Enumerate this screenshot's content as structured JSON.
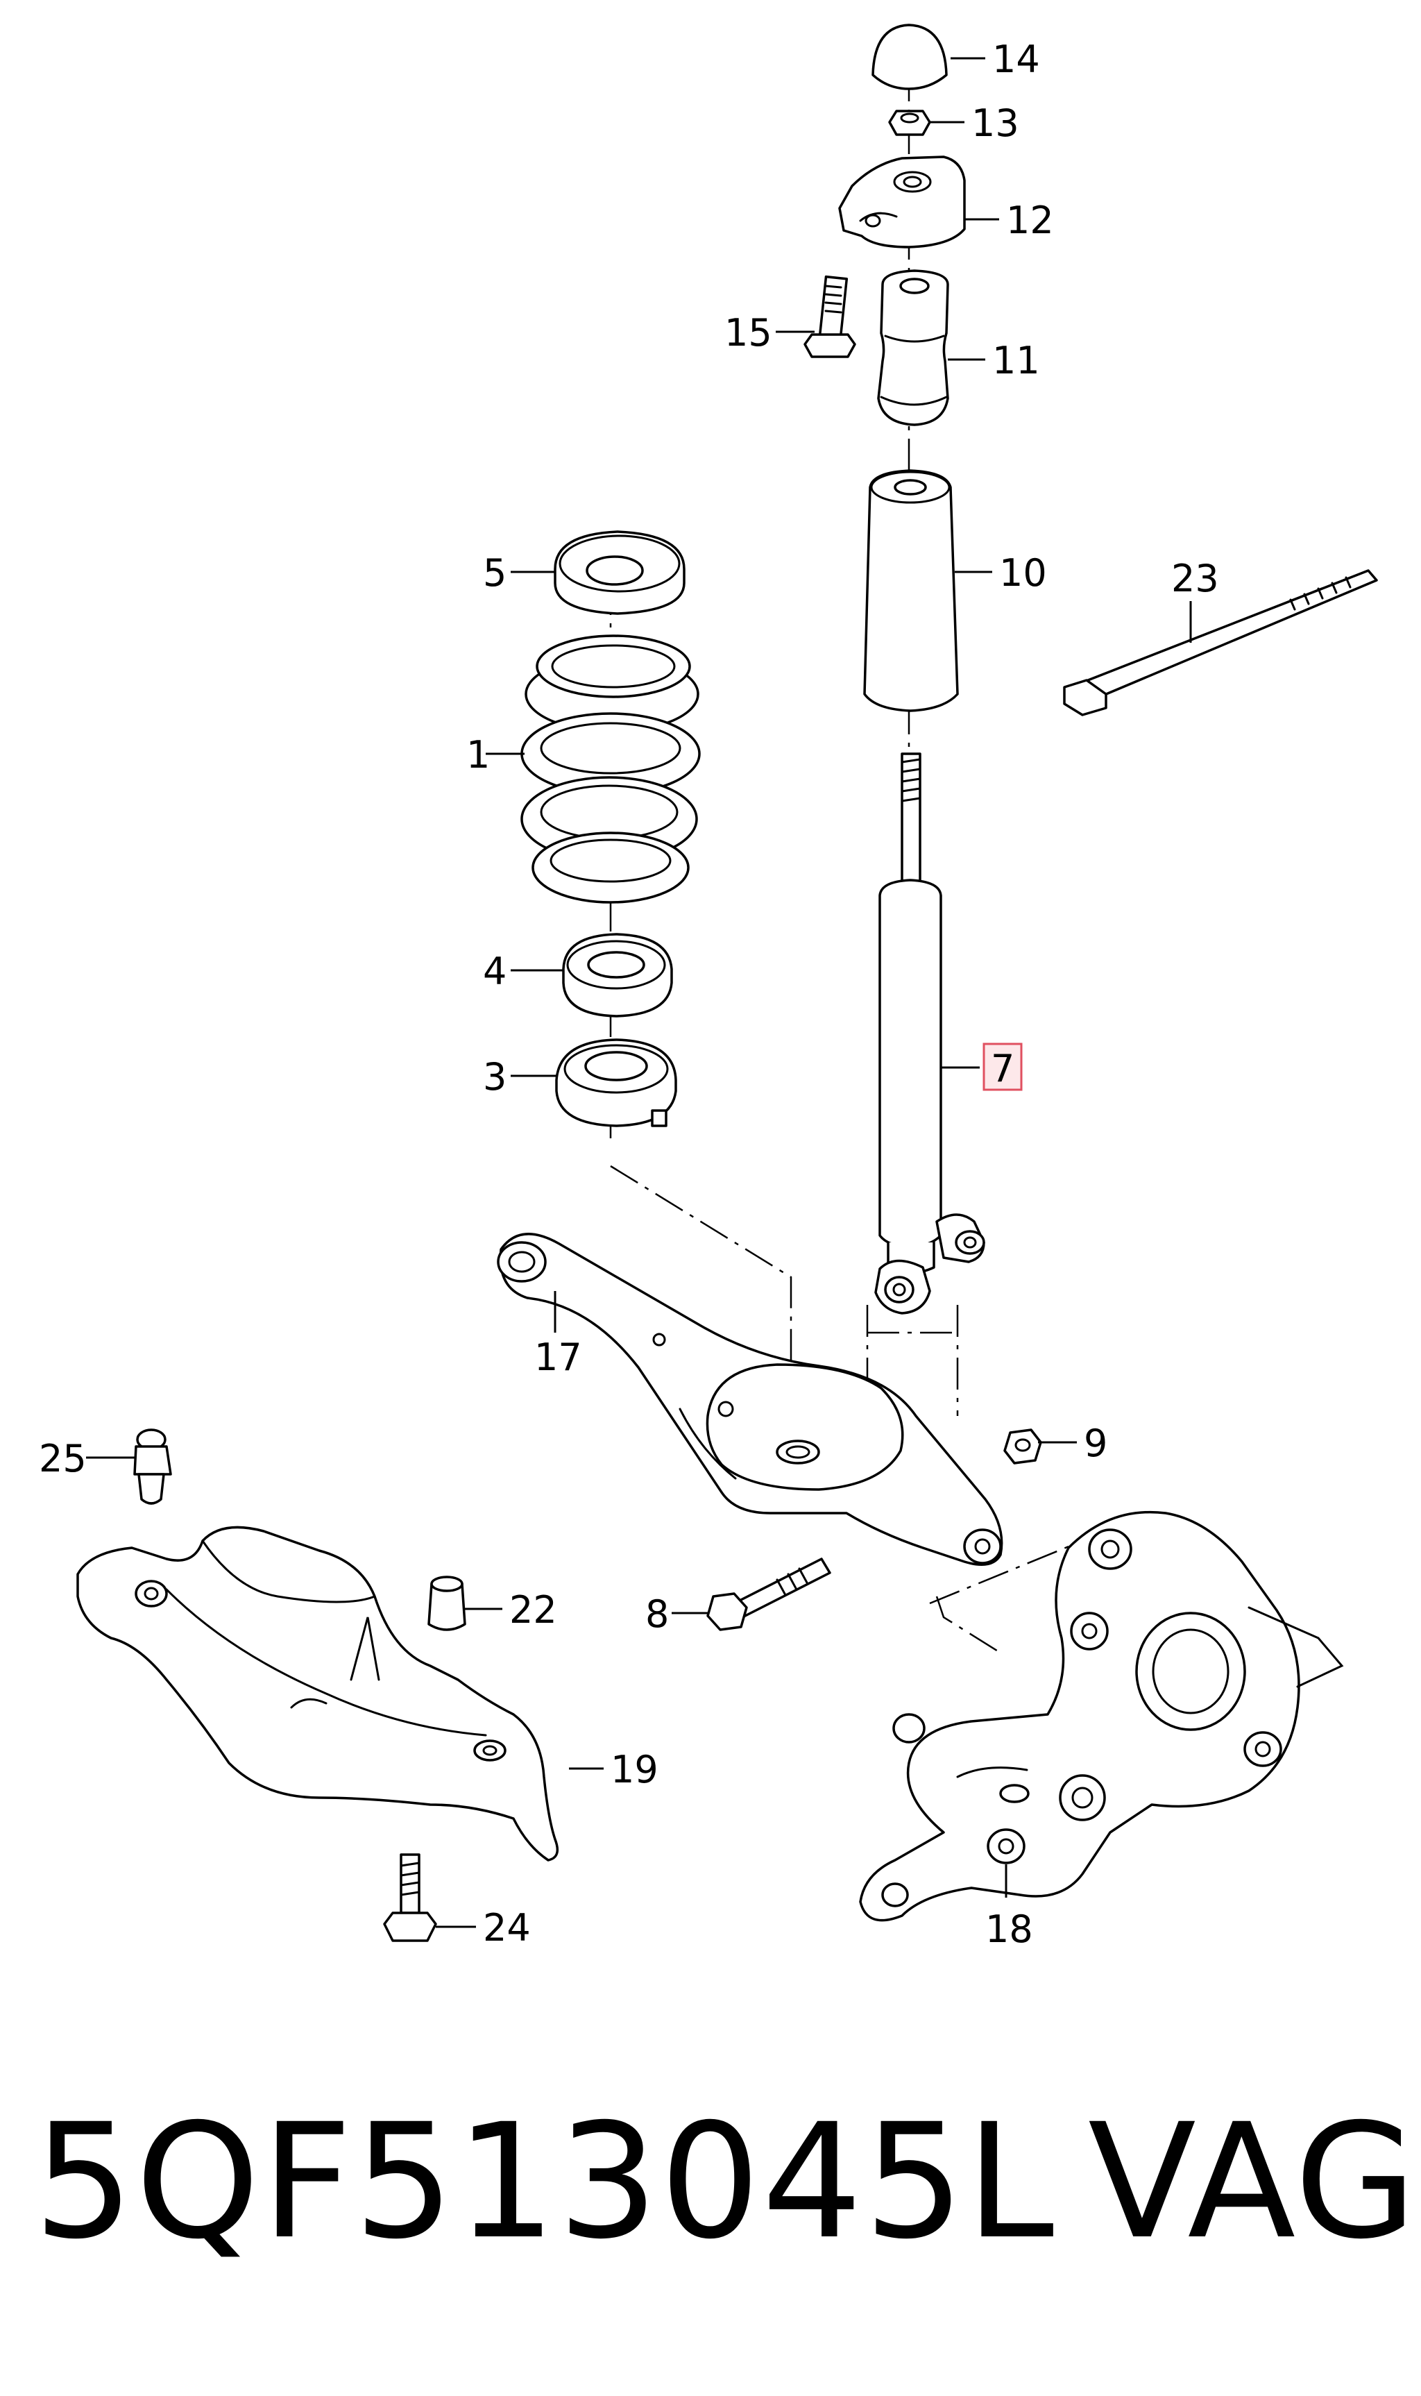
{
  "callouts": [
    {
      "id": "c1",
      "text": "1"
    },
    {
      "id": "c3",
      "text": "3"
    },
    {
      "id": "c4",
      "text": "4"
    },
    {
      "id": "c5",
      "text": "5"
    },
    {
      "id": "c7",
      "text": "7"
    },
    {
      "id": "c8",
      "text": "8"
    },
    {
      "id": "c9",
      "text": "9"
    },
    {
      "id": "c10",
      "text": "10"
    },
    {
      "id": "c11",
      "text": "11"
    },
    {
      "id": "c12",
      "text": "12"
    },
    {
      "id": "c13",
      "text": "13"
    },
    {
      "id": "c14",
      "text": "14"
    },
    {
      "id": "c15",
      "text": "15"
    },
    {
      "id": "c17",
      "text": "17"
    },
    {
      "id": "c18",
      "text": "18"
    },
    {
      "id": "c19",
      "text": "19"
    },
    {
      "id": "c22",
      "text": "22"
    },
    {
      "id": "c23",
      "text": "23"
    },
    {
      "id": "c24",
      "text": "24"
    },
    {
      "id": "c25",
      "text": "25"
    }
  ],
  "highlighted_callout": "7",
  "highlight_color": "#e05060",
  "footer": {
    "part_number": "5QF513045L",
    "brand": "VAG"
  }
}
